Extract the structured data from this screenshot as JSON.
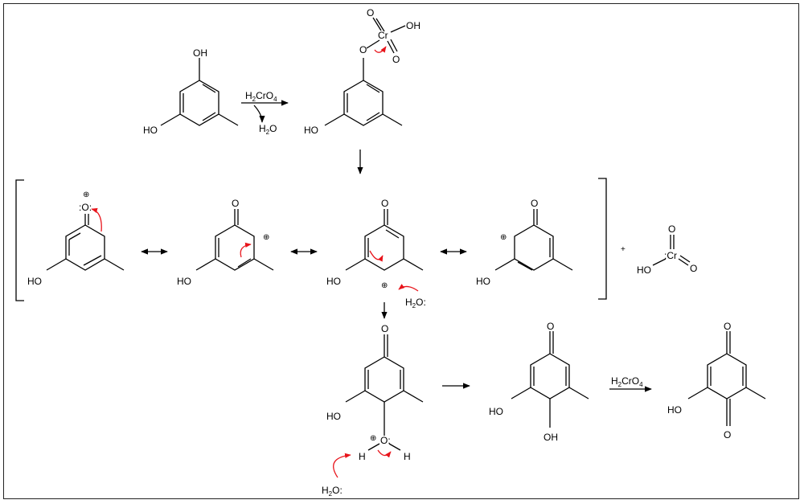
{
  "atoms": {
    "oh": "OH",
    "ho": "HO",
    "o": "O",
    "cr": "Cr",
    "h": "H",
    "plus": "+",
    "charge_plus": "⊕",
    "colon": ":"
  },
  "reagents": {
    "h2cro4": {
      "h": "H",
      "n2": "2",
      "cro": "CrO",
      "n4": "4"
    },
    "h2o": {
      "h": "H",
      "n2": "2",
      "o": "O"
    }
  },
  "colors": {
    "bond": "#000000",
    "curved_arrow": "#e8141b",
    "frame": "#222222"
  }
}
